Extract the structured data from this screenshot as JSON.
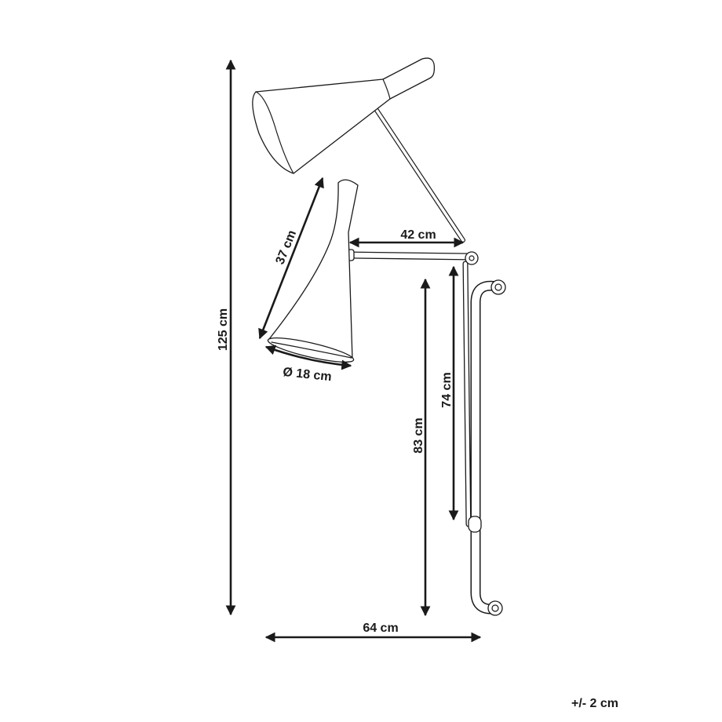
{
  "dimensions": {
    "total_height": "125 cm",
    "shade_length": "37 cm",
    "shade_diameter": "Ø 18 cm",
    "arm_length": "42 cm",
    "pole_height": "74 cm",
    "arm_height": "83 cm",
    "total_width": "64 cm"
  },
  "tolerance": "+/- 2 cm"
}
